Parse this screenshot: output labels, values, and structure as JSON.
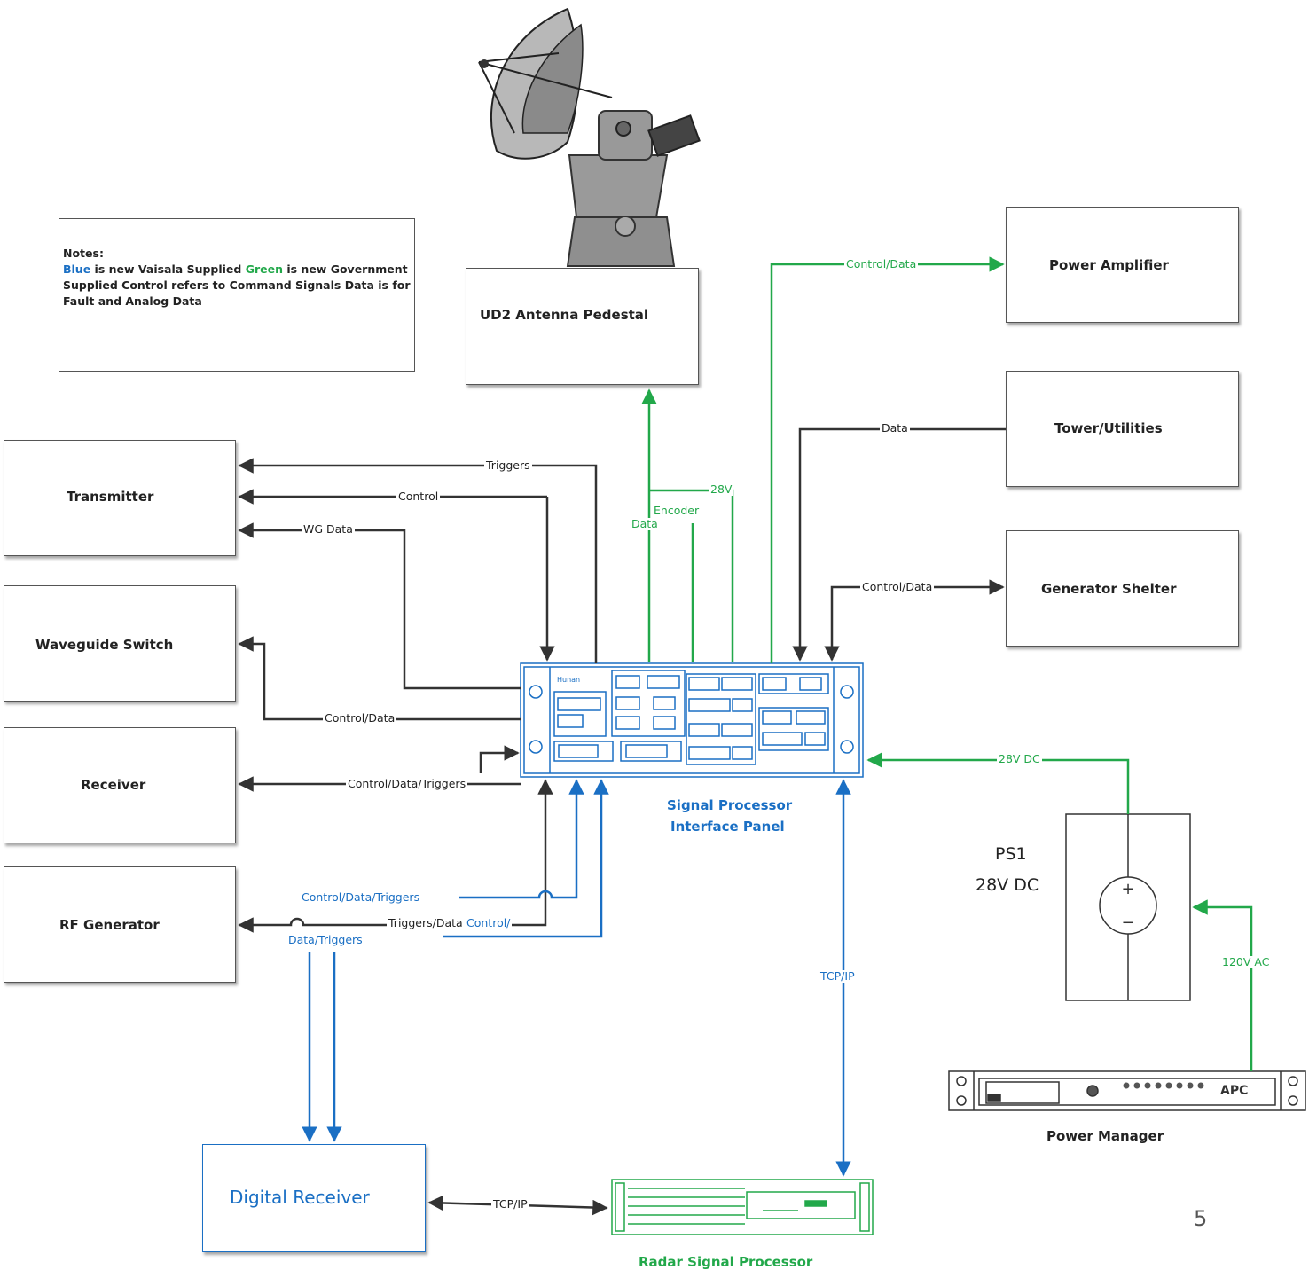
{
  "notes": {
    "title": "Notes:",
    "blue_word": "Blue",
    "text1": " is new Vaisala Supplied ",
    "green_word": "Green",
    "text2": " is new Government Supplied Control refers to Command Signals Data is for Fault and Analog Data"
  },
  "boxes": {
    "antenna_pedestal": "UD2 Antenna Pedestal",
    "power_amplifier": "Power Amplifier",
    "tower_utilities": "Tower/Utilities",
    "generator_shelter": "Generator Shelter",
    "transmitter": "Transmitter",
    "waveguide_switch": "Waveguide Switch",
    "receiver": "Receiver",
    "rf_generator": "RF Generator",
    "digital_receiver": "Digital Receiver"
  },
  "captions": {
    "sp_line1": "Signal Processor",
    "sp_line2": "Interface Panel",
    "power_manager": "Power Manager",
    "radar_signal_processor": "Radar Signal Processor",
    "ps1": "PS1",
    "ps1_voltage": "28V DC"
  },
  "wire_labels": {
    "control_data_pa": "Control/Data",
    "data_tower": "Data",
    "control_data_gen": "Control/Data",
    "triggers": "Triggers",
    "control": "Control",
    "wg_data": "WG Data",
    "v28": "28V",
    "encoder": "Encoder",
    "data_antenna": "Data",
    "control_data_wg": "Control/Data",
    "control_data_triggers_rx": "Control/Data/Triggers",
    "dc28": "28V DC",
    "control_data_triggers_blue": "Control/Data/Triggers",
    "triggers_data": "Triggers/Data",
    "control_slash": "Control/",
    "data_triggers": "Data/Triggers",
    "tcpip_vertical": "TCP/IP",
    "tcpip_bottom": "TCP/IP",
    "ac120": "120V AC"
  },
  "page_number": "5",
  "colors": {
    "green": "#22a84a",
    "blue": "#1a6fc4",
    "black": "#333333"
  }
}
